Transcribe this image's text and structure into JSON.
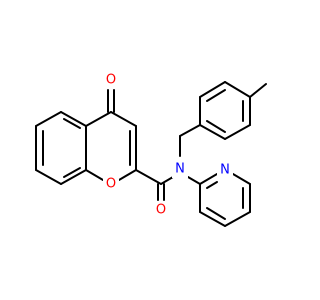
{
  "molecule": {
    "atoms": [
      {
        "id": "O_carbonyl",
        "label": "O",
        "color": "#ff0000"
      },
      {
        "id": "O_ring",
        "label": "O",
        "color": "#ff0000"
      },
      {
        "id": "O_amide",
        "label": "O",
        "color": "#ff0000"
      },
      {
        "id": "N_amide",
        "label": "N",
        "color": "#0000ff"
      },
      {
        "id": "N_pyridine",
        "label": "N",
        "color": "#0000ff"
      }
    ],
    "bond_color": "#000000",
    "background": "#ffffff"
  }
}
